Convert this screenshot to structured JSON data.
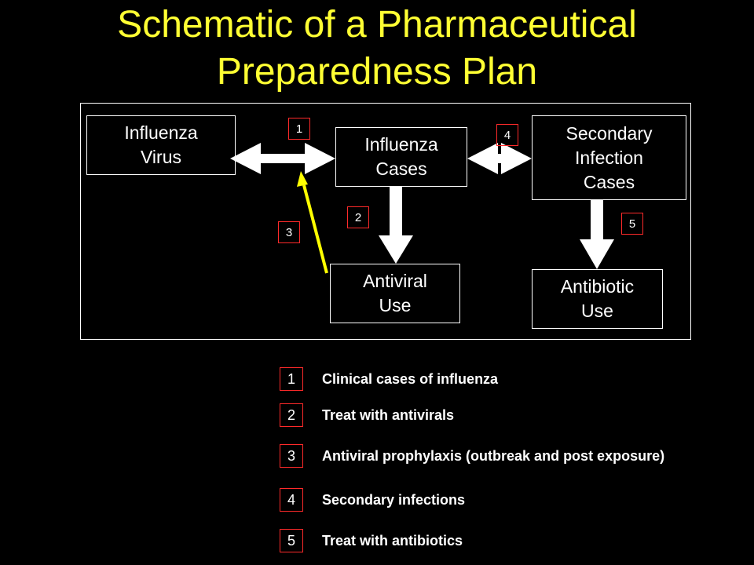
{
  "title": {
    "line1": "Schematic of a Pharmaceutical",
    "line2": "Preparedness Plan"
  },
  "boxes": {
    "virus": {
      "line1": "Influenza",
      "line2": "Virus"
    },
    "cases": {
      "line1": "Influenza",
      "line2": "Cases"
    },
    "secondary": {
      "line1": "Secondary",
      "line2": "Infection",
      "line3": "Cases"
    },
    "antiviral": {
      "line1": "Antiviral",
      "line2": "Use"
    },
    "antibiotic": {
      "line1": "Antibiotic",
      "line2": "Use"
    }
  },
  "step_numbers": [
    "1",
    "2",
    "3",
    "4",
    "5"
  ],
  "legend": [
    {
      "num": "1",
      "text": "Clinical cases of influenza"
    },
    {
      "num": "2",
      "text": "Treat with antivirals"
    },
    {
      "num": "3",
      "text": "Antiviral prophylaxis (outbreak and post exposure)"
    },
    {
      "num": "4",
      "text": "Secondary infections"
    },
    {
      "num": "5",
      "text": "Treat with antibiotics"
    }
  ],
  "colors": {
    "background": "#000000",
    "title": "#ffff33",
    "badge_border": "#ff2a2a",
    "prophylaxis_arrow": "#ffff00",
    "arrows": "#ffffff"
  }
}
